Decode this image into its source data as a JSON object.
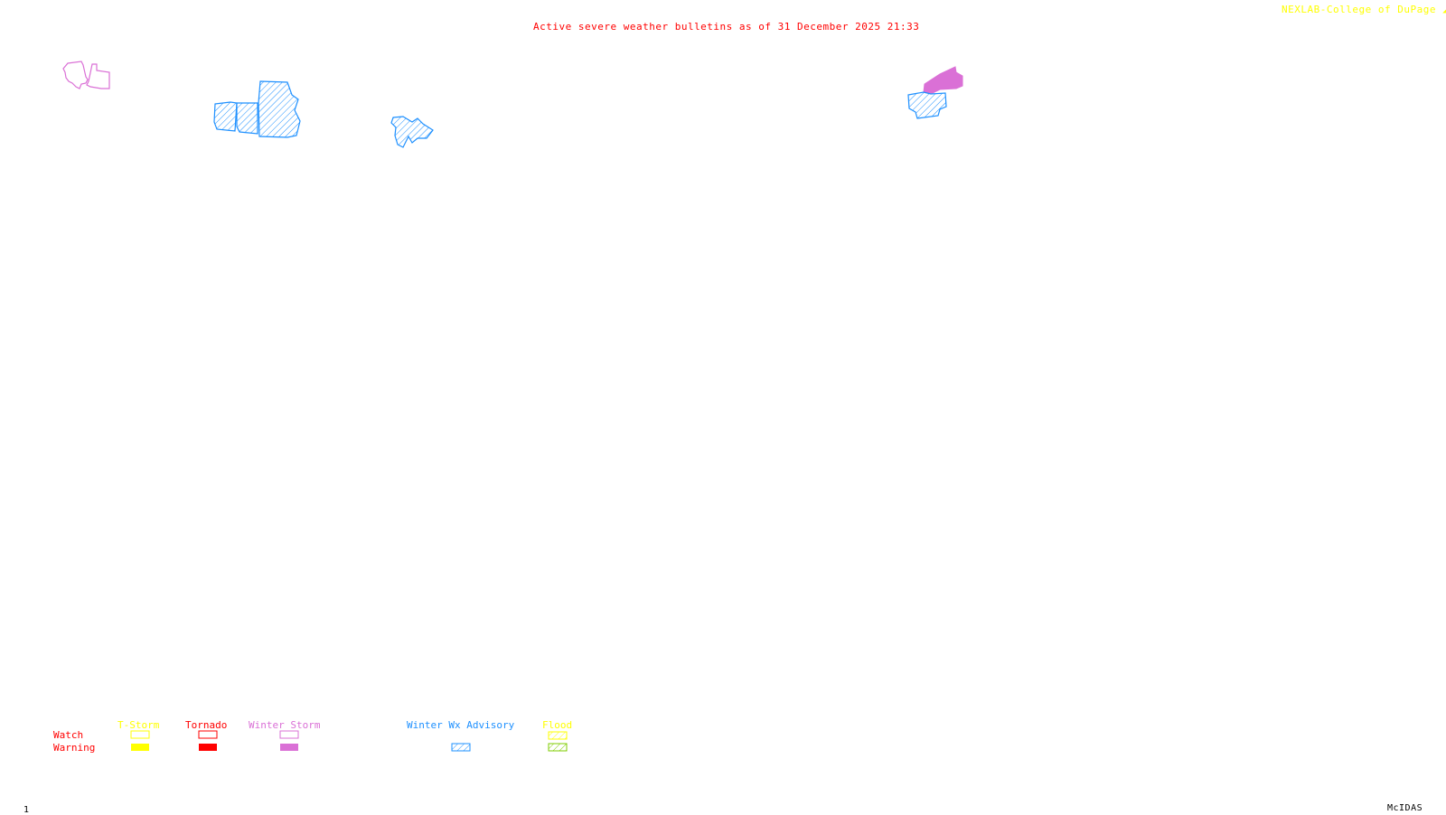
{
  "header": {
    "title": "Active severe weather bulletins as of 31 December 2025 21:33",
    "credit": "NEXLAB-College of DuPage",
    "credit_icon": "logo-mark-icon"
  },
  "colors": {
    "title": "#ff0000",
    "credit": "#ffff00",
    "tstorm": "#ffff00",
    "tornado": "#ff0000",
    "winter_storm": "#da70d6",
    "winter_wx_advisory": "#1e90ff",
    "flood_watch": "#ffff00",
    "flood_warning": "#7fcc00",
    "footer": "#000000"
  },
  "legend": {
    "rows": [
      "Watch",
      "Warning"
    ],
    "columns": [
      {
        "key": "tstorm",
        "label": "T-Storm",
        "watch": "outline",
        "warning": "filled"
      },
      {
        "key": "tornado",
        "label": "Tornado",
        "watch": "outline",
        "warning": "filled"
      },
      {
        "key": "winter_storm",
        "label": "Winter Storm",
        "watch": "outline",
        "warning": "filled"
      },
      {
        "key": "winter_wx_advisory",
        "label": "Winter Wx Advisory",
        "watch": null,
        "warning": "hatched"
      },
      {
        "key": "flood",
        "label": "Flood",
        "watch": "hatched",
        "warning": "hatched"
      }
    ]
  },
  "bulletins": [
    {
      "type": "Winter Storm Watch",
      "style": "outline",
      "color_key": "winter_storm"
    },
    {
      "type": "Winter Wx Advisory",
      "style": "hatched",
      "color_key": "winter_wx_advisory"
    },
    {
      "type": "Winter Wx Advisory",
      "style": "hatched",
      "color_key": "winter_wx_advisory"
    },
    {
      "type": "Winter Wx Advisory",
      "style": "hatched",
      "color_key": "winter_wx_advisory"
    },
    {
      "type": "Winter Storm Warning",
      "style": "filled",
      "color_key": "winter_storm"
    }
  ],
  "footer": {
    "frame_number": "1",
    "brand": "McIDAS"
  }
}
